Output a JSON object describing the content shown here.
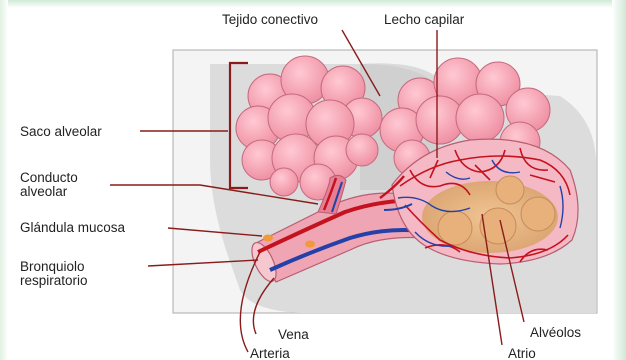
{
  "labels": {
    "tejido_conectivo": "Tejido conectivo",
    "lecho_capilar": "Lecho capilar",
    "saco_alveolar": "Saco alveolar",
    "conducto_line1": "Conducto",
    "conducto_line2": "alveolar",
    "glandula_mucosa": "Glándula mucosa",
    "bronquiolo_line1": "Bronquiolo",
    "bronquiolo_line2": "respiratorio",
    "vena": "Vena",
    "arteria": "Arteria",
    "alveolos": "Alvéolos",
    "atrio": "Atrio"
  },
  "colors": {
    "alveoli": "#f2a0b0",
    "alveoli_outline": "#c46a7e",
    "artery": "#c4121f",
    "vein": "#2341a8",
    "atrium": "#e3b37f",
    "background_panel": "#e2e2e2",
    "leader_line": "#8a1b1b"
  }
}
